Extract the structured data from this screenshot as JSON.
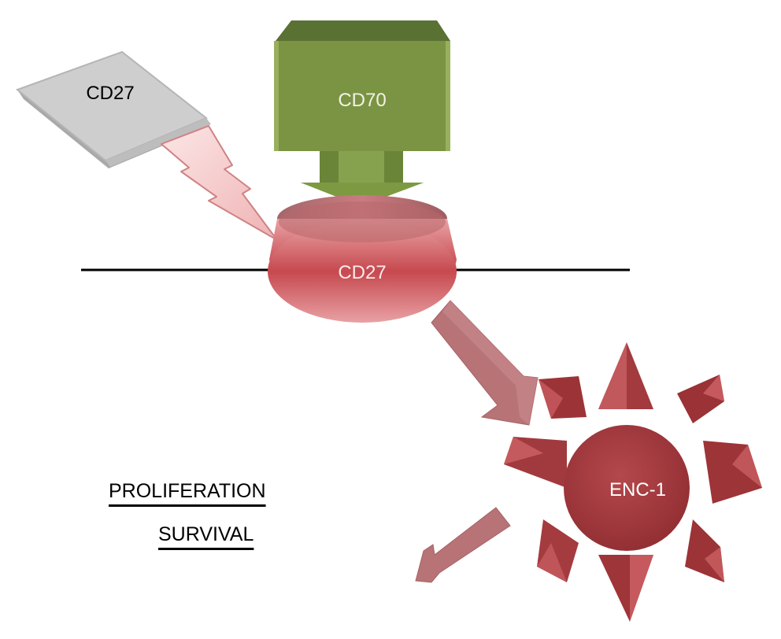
{
  "nodes": {
    "soluble_cd27": {
      "label": "CD27",
      "color": "#c9c9c9",
      "text_color": "#000000"
    },
    "cd70": {
      "label": "CD70",
      "color": "#7a9344",
      "text_color": "#f2f2e6"
    },
    "membrane_cd27": {
      "label": "CD27",
      "color": "#c9565b",
      "text_color": "#fbe9e9"
    },
    "enc1": {
      "label": "ENC-1",
      "color": "#a5393d",
      "text_color": "#ffffff"
    }
  },
  "outcomes": {
    "proliferation": "PROLIFERATION",
    "survival": "SURVIVAL"
  },
  "colors": {
    "membrane_line": "#000000",
    "lightning": "#f3c4c4",
    "signal_arrow": "#b77376"
  }
}
